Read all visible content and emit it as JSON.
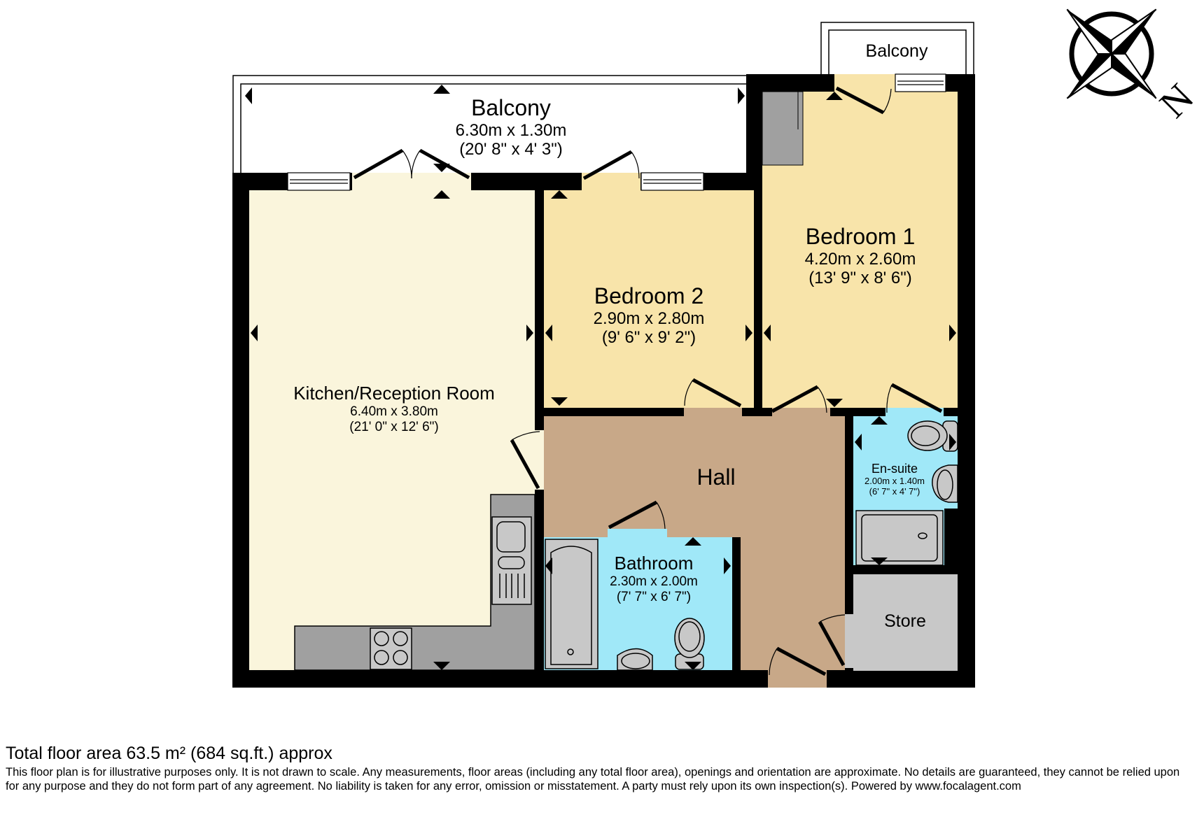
{
  "colors": {
    "wall": "#000000",
    "kitchen": "#faf5dc",
    "bedroom": "#f8e4aa",
    "hall": "#c8a888",
    "wet_room": "#a0e8f8",
    "fixture_gray": "#a0a0a0",
    "store": "#c8c8c8",
    "balcony": "#ffffff"
  },
  "compass": {
    "icon": "compass-rose-icon",
    "north_label": "N"
  },
  "rooms": {
    "balcony_main": {
      "name": "Balcony",
      "dims_m": "6.30m x 1.30m",
      "dims_ft": "(20' 8\" x 4' 3\")"
    },
    "balcony_small": {
      "name": "Balcony"
    },
    "kitchen": {
      "name": "Kitchen/Reception Room",
      "dims_m": "6.40m x 3.80m",
      "dims_ft": "(21' 0\" x 12' 6\")"
    },
    "bedroom2": {
      "name": "Bedroom 2",
      "dims_m": "2.90m x 2.80m",
      "dims_ft": "(9' 6\" x 9' 2\")"
    },
    "bedroom1": {
      "name": "Bedroom 1",
      "dims_m": "4.20m x 2.60m",
      "dims_ft": "(13' 9\" x 8' 6\")"
    },
    "hall": {
      "name": "Hall"
    },
    "ensuite": {
      "name": "En-suite",
      "dims_m": "2.00m x 1.40m",
      "dims_ft": "(6' 7\" x 4' 7\")"
    },
    "bathroom": {
      "name": "Bathroom",
      "dims_m": "2.30m x 2.00m",
      "dims_ft": "(7' 7\" x 6' 7\")"
    },
    "store": {
      "name": "Store"
    }
  },
  "footer": {
    "total_area": "Total floor area 63.5 m² (684 sq.ft.) approx",
    "disclaimer": "This floor plan is for illustrative purposes only. It is not drawn to scale. Any measurements, floor areas (including any total floor area), openings and orientation are approximate. No details are guaranteed, they cannot be relied upon for any purpose and they do not form part of any agreement. No liability is taken for any error, omission or misstatement. A party must rely upon its own inspection(s). Powered by www.focalagent.com"
  }
}
